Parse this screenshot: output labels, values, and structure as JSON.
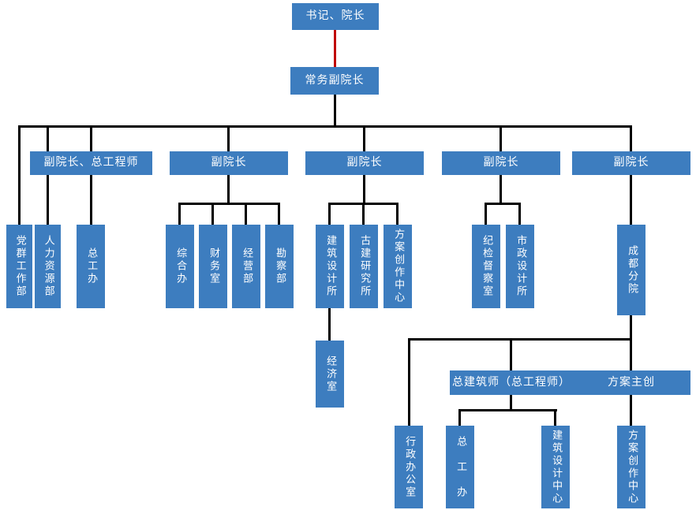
{
  "org_chart": {
    "colors": {
      "node_fill": "#3d7dbf",
      "node_text": "#ffffff",
      "connector": "#000000",
      "top_connector": "#c00000"
    },
    "nodes": {
      "president": "书记、院长",
      "executive_vp": "常务副院长",
      "vp_chief_engineer": "副院长、总工程师",
      "vp_1": "副院长",
      "vp_2": "副院长",
      "vp_3": "副院长",
      "vp_4": "副院长",
      "party_masses_dept": "党群工作部",
      "hr_dept": "人力资源部",
      "chief_engineer_office": "总工办",
      "general_office": "综合办",
      "finance_office": "财务室",
      "business_dept": "经营部",
      "survey_dept": "勘察部",
      "architecture_design_institute": "建筑设计所",
      "ancient_architecture_institute": "古建研究所",
      "scheme_creation_center": "方案创作中心",
      "economy_office": "经济室",
      "discipline_inspection_office": "纪检督察室",
      "municipal_design_institute": "市政设计所",
      "chengdu_branch": "成都分院",
      "admin_office": "行政办公室",
      "chief_architect": "总建筑师（总工程师）",
      "scheme_lead": "方案主创",
      "branch_chief_engineer_office": "总　工　办",
      "architecture_design_center": "建筑设计中心",
      "branch_scheme_creation_center": "方案创作中心"
    },
    "edges": [
      [
        "president",
        "executive_vp"
      ],
      [
        "executive_vp",
        "party_masses_dept"
      ],
      [
        "executive_vp",
        "hr_dept"
      ],
      [
        "executive_vp",
        "vp_chief_engineer"
      ],
      [
        "executive_vp",
        "vp_1"
      ],
      [
        "executive_vp",
        "vp_2"
      ],
      [
        "executive_vp",
        "vp_3"
      ],
      [
        "executive_vp",
        "vp_4"
      ],
      [
        "vp_chief_engineer",
        "chief_engineer_office"
      ],
      [
        "vp_1",
        "general_office"
      ],
      [
        "vp_1",
        "finance_office"
      ],
      [
        "vp_1",
        "business_dept"
      ],
      [
        "vp_1",
        "survey_dept"
      ],
      [
        "vp_2",
        "architecture_design_institute"
      ],
      [
        "vp_2",
        "ancient_architecture_institute"
      ],
      [
        "vp_2",
        "scheme_creation_center"
      ],
      [
        "architecture_design_institute",
        "economy_office"
      ],
      [
        "vp_3",
        "discipline_inspection_office"
      ],
      [
        "vp_3",
        "municipal_design_institute"
      ],
      [
        "vp_4",
        "chengdu_branch"
      ],
      [
        "chengdu_branch",
        "admin_office"
      ],
      [
        "chengdu_branch",
        "chief_architect"
      ],
      [
        "chengdu_branch",
        "scheme_lead"
      ],
      [
        "chief_architect",
        "branch_chief_engineer_office"
      ],
      [
        "chief_architect",
        "architecture_design_center"
      ],
      [
        "scheme_lead",
        "branch_scheme_creation_center"
      ]
    ]
  }
}
